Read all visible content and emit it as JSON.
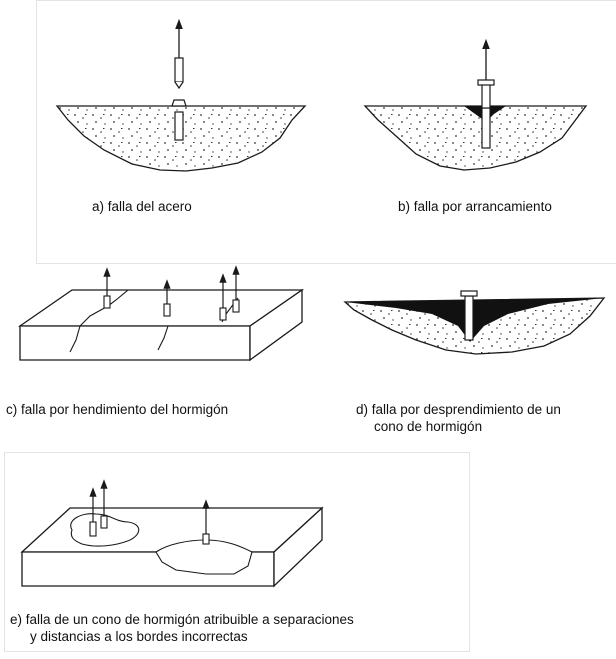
{
  "figure": {
    "captions": {
      "a": "a) falla del acero",
      "b": "b) falla por arrancamiento",
      "c": "c) falla por hendimiento del hormigón",
      "d_line1": "d) falla por desprendimiento de un",
      "d_line2": "cono de hormigón",
      "e_line1": "e) falla de un cono de hormigón atribuible a separaciones",
      "e_line2": "y distancias a los bordes incorrectas"
    },
    "colors": {
      "stroke": "#1a1a1a",
      "breakout_fill": "#111111",
      "background": "#ffffff"
    }
  }
}
